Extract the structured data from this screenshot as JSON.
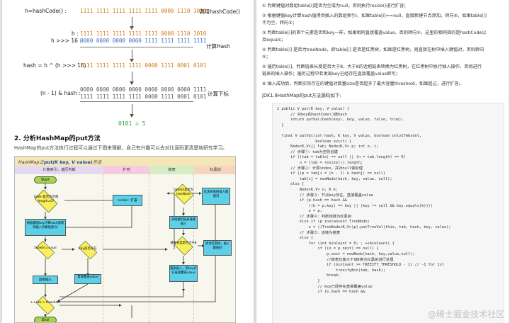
{
  "left": {
    "hash_rows": [
      {
        "left": "h=hashCode() :",
        "bits": "1111 1111 1111 1111 1111 0000 1110 1010",
        "right": "调用hashCode()"
      },
      {
        "left": "h :",
        "bits": "1111 1111 1111 1111 1111 0000 1110 1010",
        "right": ""
      },
      {
        "left": "h >>> 16 :",
        "bits": "0000 0000 0000 0000 1111 1111 1111 1111",
        "right": "计算Hash"
      },
      {
        "left": "hash = h ^ (h >>> 16) :",
        "bits": "1111 1111 1111 1111 0000 1111 0001 0101",
        "right": ""
      },
      {
        "left": "(n - 1) & hash :",
        "bits": "0000 0000 0000 0000 0000 0000 0000 1111",
        "right": "计算下标"
      },
      {
        "left": "",
        "bits": "1111 1111 1111 1111 0000 1111 0001 0101",
        "right": ""
      }
    ],
    "result": "0101 = 5",
    "section_title": "2. 分析HashMap的put方法",
    "section_para": "HashMap的put方法执行过程可以通过下图来理解，自己有兴趣可以去对比源码更清楚地研究学习。",
    "flow_header_title": "HashMap之put(K key, V value)方法",
    "flow_header_prefix": "HashMap之",
    "flow_header_method": "put(K key, V value)",
    "flow_header_suffix": "方法",
    "flow_columns": [
      "计算索引，遍历判断",
      "扩容",
      "链表",
      "红黑树"
    ],
    "flow_nodes": {
      "start": "Start",
      "q_table": "table 是否为空或 length=0?",
      "resize": "resize：扩容",
      "hash_calc": "根据键值key计算hash值得到插入的数组索引i",
      "q_tab_null": "table[i]==null",
      "q_key": "key是否存在",
      "direct_insert": "直接插入",
      "overwrite": "直接覆盖value",
      "q_tree": "table[i]是否为treeNode",
      "loop": "开始遍历链表准备插入",
      "q_len": "链表长度是否大于8",
      "to_tree": "转为红黑树，插入键值对",
      "tree_insert": "红黑树直接插入键值对",
      "insert_list": "链表插入，若key存在直接覆盖value",
      "q_size": "++size > threshold",
      "end": "End"
    }
  },
  "right": {
    "notes": [
      "① 判断键值对数组table[i]是否为空或为null，否则执行resize()进行扩容；",
      "② 根据键值key计算hash值得到插入的数组索引i，如果table[i]==null，直接新建节点添加，转向⑥，如果table[i]",
      "不为空，转向③；",
      "③ 判断table[i]的首个元素是否和key一样，如果相同直接覆盖value，否则转向④，这里的相同指的是hashCode以",
      "及equals；",
      "④ 判断table[i] 是否为treeNode，即table[i] 是否是红黑树，如果是红黑树，则直接在树中插入键值对，否则转向",
      "⑤；",
      "⑤ 遍历table[i]，判断链表长度是否大于8，大于8的话把链表转换为红黑树，在红黑树中执行插入操作，否则进行",
      "链表的插入操作；遍历过程中若发现key已经存在直接覆盖value即可；",
      "⑥ 插入成功后，判断实际存在的键值对数量size是否超多了最大容量threshold，如果超过，进行扩容。"
    ],
    "code_title": "JDK1.8HashMap的put方法源码如下:",
    "code": [
      "1 public V put(K key, V value) {",
      "      // 对key的hashCode()做hash",
      "      return putVal(hash(key), key, value, false, true);",
      "  }",
      "",
      "  final V putVal(int hash, K key, V value, boolean onlyIfAbsent,",
      "                 boolean evict) {",
      "      Node<K,V>[] tab; Node<K,V> p; int n, i;",
      "      // 步骤①：tab为空则创建",
      "      if ((tab = table) == null || (n = tab.length) == 0)",
      "          n = (tab = resize()).length;",
      "      // 步骤②：计算index，并对null做处理",
      "      if ((p = tab[i = (n - 1) & hash]) == null)",
      "          tab[i] = newNode(hash, key, value, null);",
      "      else {",
      "          Node<K,V> e; K k;",
      "          // 步骤③：节点key存在，直接覆盖value",
      "          if (p.hash == hash &&",
      "              ((k = p.key) == key || (key != null && key.equals(k))))",
      "              e = p;",
      "          // 步骤④：判断该链为红黑树",
      "          else if (p instanceof TreeNode)",
      "              e = ((TreeNode<K,V>)p).putTreeVal(this, tab, hash, key, value);",
      "          // 步骤⑤：该链为链表",
      "          else {",
      "              for (int binCount = 0; ; ++binCount) {",
      "                  if ((e = p.next) == null) {",
      "                      p.next = newNode(hash, key,value,null);",
      "                      //链表长度大于8转换为红黑树进行处理",
      "                      if (binCount >= TREEIFY_THRESHOLD - 1) // -1 for 1st",
      "                          treeifyBin(tab, hash);",
      "                      break;",
      "                  }",
      "                  // key已经存在直接覆盖value",
      "                  if (e.hash == hash &&"
    ],
    "watermark": "@稀土掘金技术社区"
  }
}
